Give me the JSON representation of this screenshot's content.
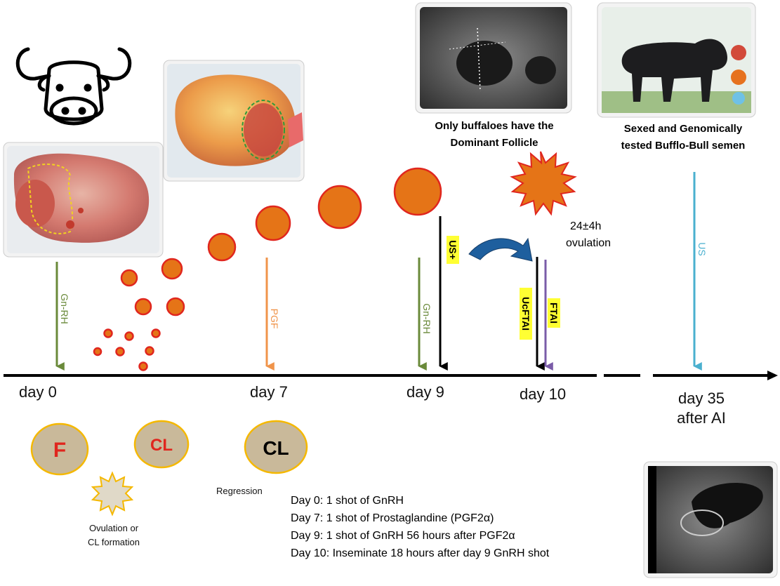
{
  "days": {
    "d0": "day 0",
    "d7": "day 7",
    "d9": "day 9",
    "d10": "day 10",
    "d35_line1": "day 35",
    "d35_line2": "after AI"
  },
  "arrows": {
    "gnrh_1": "Gn-RH",
    "pgf": "PGF",
    "gnrh_2": "Gn-RH",
    "us_plus": "US+",
    "ucftai": "UcFTAI",
    "ftai": "FTAI",
    "us": "US"
  },
  "captions": {
    "follicle_line1": "Only buffaloes have the",
    "follicle_line2": "Dominant Follicle",
    "semen_line1": "Sexed and Genomically",
    "semen_line2": "tested Bufflo-Bull semen",
    "ovulation_line1": "24±4h",
    "ovulation_line2": "ovulation"
  },
  "structures": {
    "f": "F",
    "cl1": "CL",
    "cl2": "CL",
    "ovulation_line1": "Ovulation or",
    "ovulation_line2": "CL formation",
    "regression": "Regression"
  },
  "protocol": [
    "Day 0: 1 shot of GnRH",
    "Day 7: 1 shot of Prostaglandine (PGF2α)",
    "Day 9: 1 shot of GnRH 56 hours after PGF2α",
    "Day 10: Inseminate 18 hours after day 9 GnRH shot"
  ],
  "colors": {
    "gnrh": "#6a8a3a",
    "pgf": "#f0944a",
    "follicle": "#e57417",
    "follicle_stroke": "#e0261e",
    "us": "#4ab0cf",
    "ftai": "#7a5ca8",
    "tag_bg": "#ffff33",
    "structure_bg": "#c9b99a",
    "structure_stroke": "#f5b800",
    "curved_arrow": "#1e5f9e"
  },
  "icons": {
    "buffalo": "buffalo-head-icon",
    "sun": "ovulation-burst-icon",
    "star": "ovulation-star-icon"
  }
}
